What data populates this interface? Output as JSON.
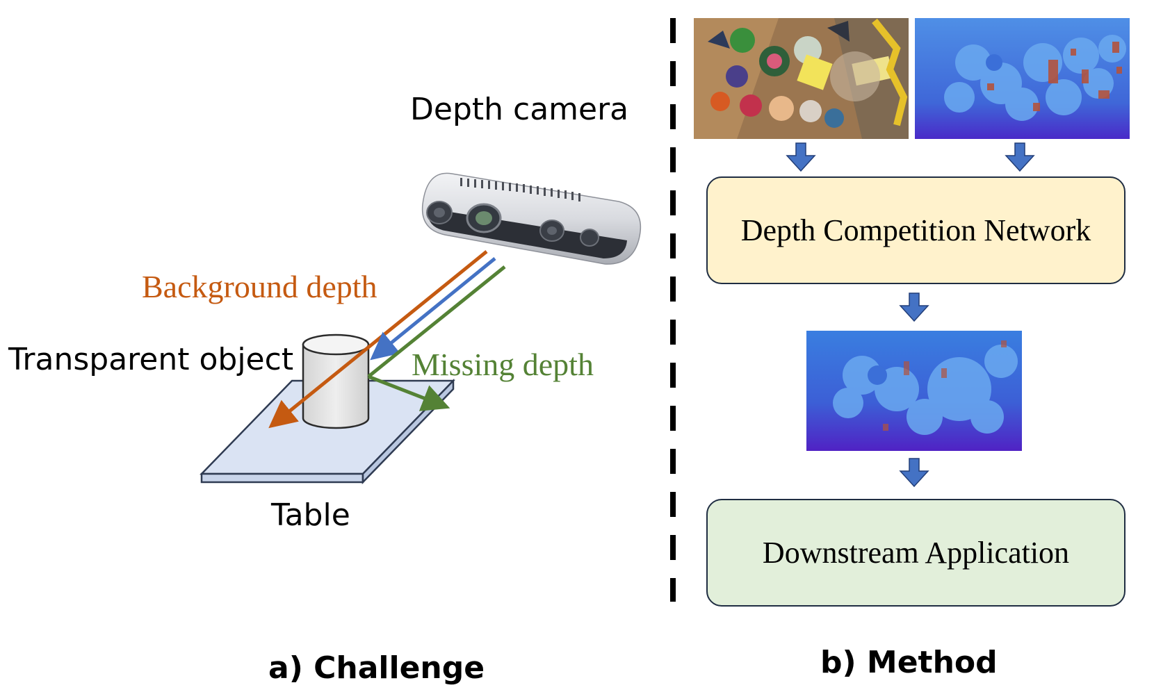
{
  "challenge": {
    "camera_label": "Depth camera",
    "background_label": "Background depth",
    "missing_label": "Missing depth",
    "object_label": "Transparent object",
    "table_label": "Table",
    "caption": "a) Challenge"
  },
  "method": {
    "network_label": "Depth Competition Network",
    "downstream_label": "Downstream Application",
    "caption": "b) Method"
  },
  "colors": {
    "background_ray": "#c55a11",
    "blue_ray": "#4472c4",
    "missing_ray": "#548235",
    "network_box": "#fff2cc",
    "downstream_box": "#e2efda",
    "arrow": "#4472c4",
    "table": "#dae3f3"
  }
}
